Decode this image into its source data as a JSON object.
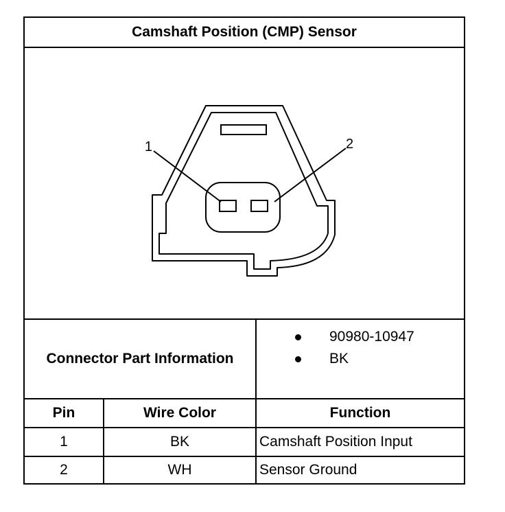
{
  "title": "Camshaft Position (CMP) Sensor",
  "diagram": {
    "pin_labels": [
      "1",
      "2"
    ]
  },
  "connector_info": {
    "label": "Connector Part Information",
    "items": [
      "90980-10947",
      "BK"
    ]
  },
  "table": {
    "headers": {
      "pin": "Pin",
      "wire_color": "Wire Color",
      "function": "Function"
    },
    "rows": [
      {
        "pin": "1",
        "wire_color": "BK",
        "function": "Camshaft Position Input"
      },
      {
        "pin": "2",
        "wire_color": "WH",
        "function": "Sensor Ground"
      }
    ]
  }
}
